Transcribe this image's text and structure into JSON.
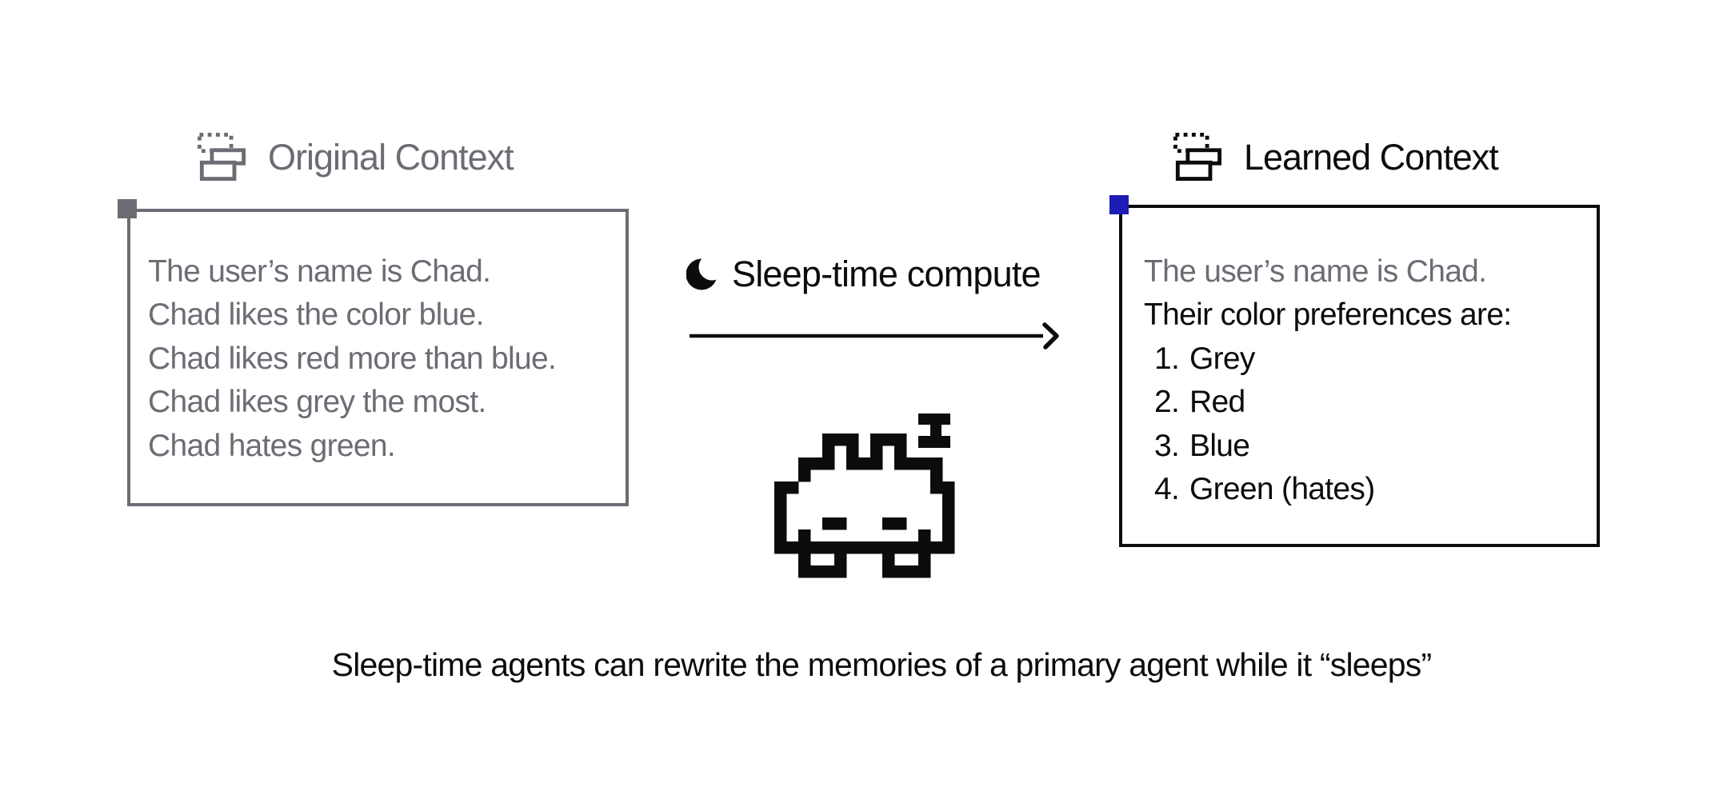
{
  "colors": {
    "grey": "#6c6c75",
    "black": "#0c0c0e",
    "blue": "#1d1db5",
    "background": "#ffffff"
  },
  "left_panel": {
    "header": {
      "icon": "layers-icon",
      "label": "Original Context"
    },
    "box": {
      "corner_handle_color": "#6c6c75",
      "lines": [
        "The user’s name is Chad.",
        "Chad likes the color blue.",
        "Chad likes red more than blue.",
        "Chad likes grey the most.",
        "Chad hates green."
      ]
    }
  },
  "middle": {
    "moon_icon": "crescent-moon-icon",
    "label": "Sleep-time compute",
    "arrow_icon": "right-arrow",
    "robot_icon": {
      "name": "sleeping-robot-icon",
      "z_letter": "Z",
      "cell": 15,
      "grid": [
        "....###.###....",
        "....#.#.#.#....",
        "..###.###.####.",
        "..#..........#.",
        "##...........##",
        "#.............#",
        "#.............#",
        "#...##...##...#",
        "#.#.........#.#",
        "###############",
        "..#..#...#..#..",
        "..####...####.."
      ]
    }
  },
  "right_panel": {
    "header": {
      "icon": "layers-icon",
      "label": "Learned Context"
    },
    "box": {
      "corner_handle_color": "#1d1db5",
      "intro_line": "The user’s name is Chad.",
      "heading_line": "Their color preferences are:",
      "list": [
        {
          "num": "1.",
          "label": "Grey"
        },
        {
          "num": "2.",
          "label": "Red"
        },
        {
          "num": "3.",
          "label": "Blue"
        },
        {
          "num": "4.",
          "label": "Green (hates)"
        }
      ]
    }
  },
  "caption": "Sleep-time agents can rewrite the memories of a primary agent while it “sleeps”"
}
